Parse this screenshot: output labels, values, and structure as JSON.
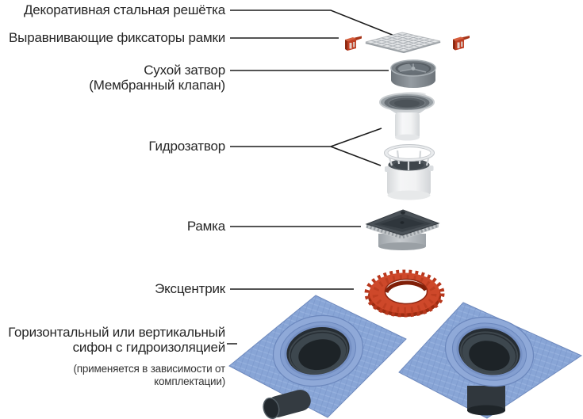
{
  "diagram": {
    "labels": {
      "grate": "Декоративная стальная решётка",
      "clamps": "Выравнивающие фиксаторы рамки",
      "dry_seal_line1": "Сухой затвор",
      "dry_seal_line2": "(Мембранный клапан)",
      "water_seal": "Гидрозатвор",
      "frame": "Рамка",
      "eccentric": "Эксцентрик",
      "siphon_line1": "Горизонтальный или вертикальный",
      "siphon_line2": "сифон с гидроизоляцией",
      "siphon_note": "(применяется в зависимости от комплектации)"
    },
    "parts": [
      {
        "name": "decorative-steel-grate"
      },
      {
        "name": "frame-leveling-clamp-left"
      },
      {
        "name": "frame-leveling-clamp-right"
      },
      {
        "name": "dry-seal-membrane-valve"
      },
      {
        "name": "water-seal-funnel"
      },
      {
        "name": "water-seal-insert"
      },
      {
        "name": "frame"
      },
      {
        "name": "eccentric-ring"
      },
      {
        "name": "horizontal-siphon-with-waterproofing"
      },
      {
        "name": "vertical-siphon-with-waterproofing"
      }
    ]
  },
  "colors": {
    "background": "#ffffff",
    "text": "#262626",
    "leader_line": "#1b1b1b",
    "clamp_red": "#bf3f24",
    "eccentric_red": "#ce482a",
    "eccentric_dark_red": "#9c2c11",
    "membrane_blue": "#88a5d6",
    "membrane_edge_blue": "#6e89bd",
    "drain_dark": "#262d33",
    "steel_light": "#e4e6e8",
    "plastic_white": "#f2f3f4",
    "frame_dark": "#4b5258",
    "metal_gray": "#81888e"
  }
}
